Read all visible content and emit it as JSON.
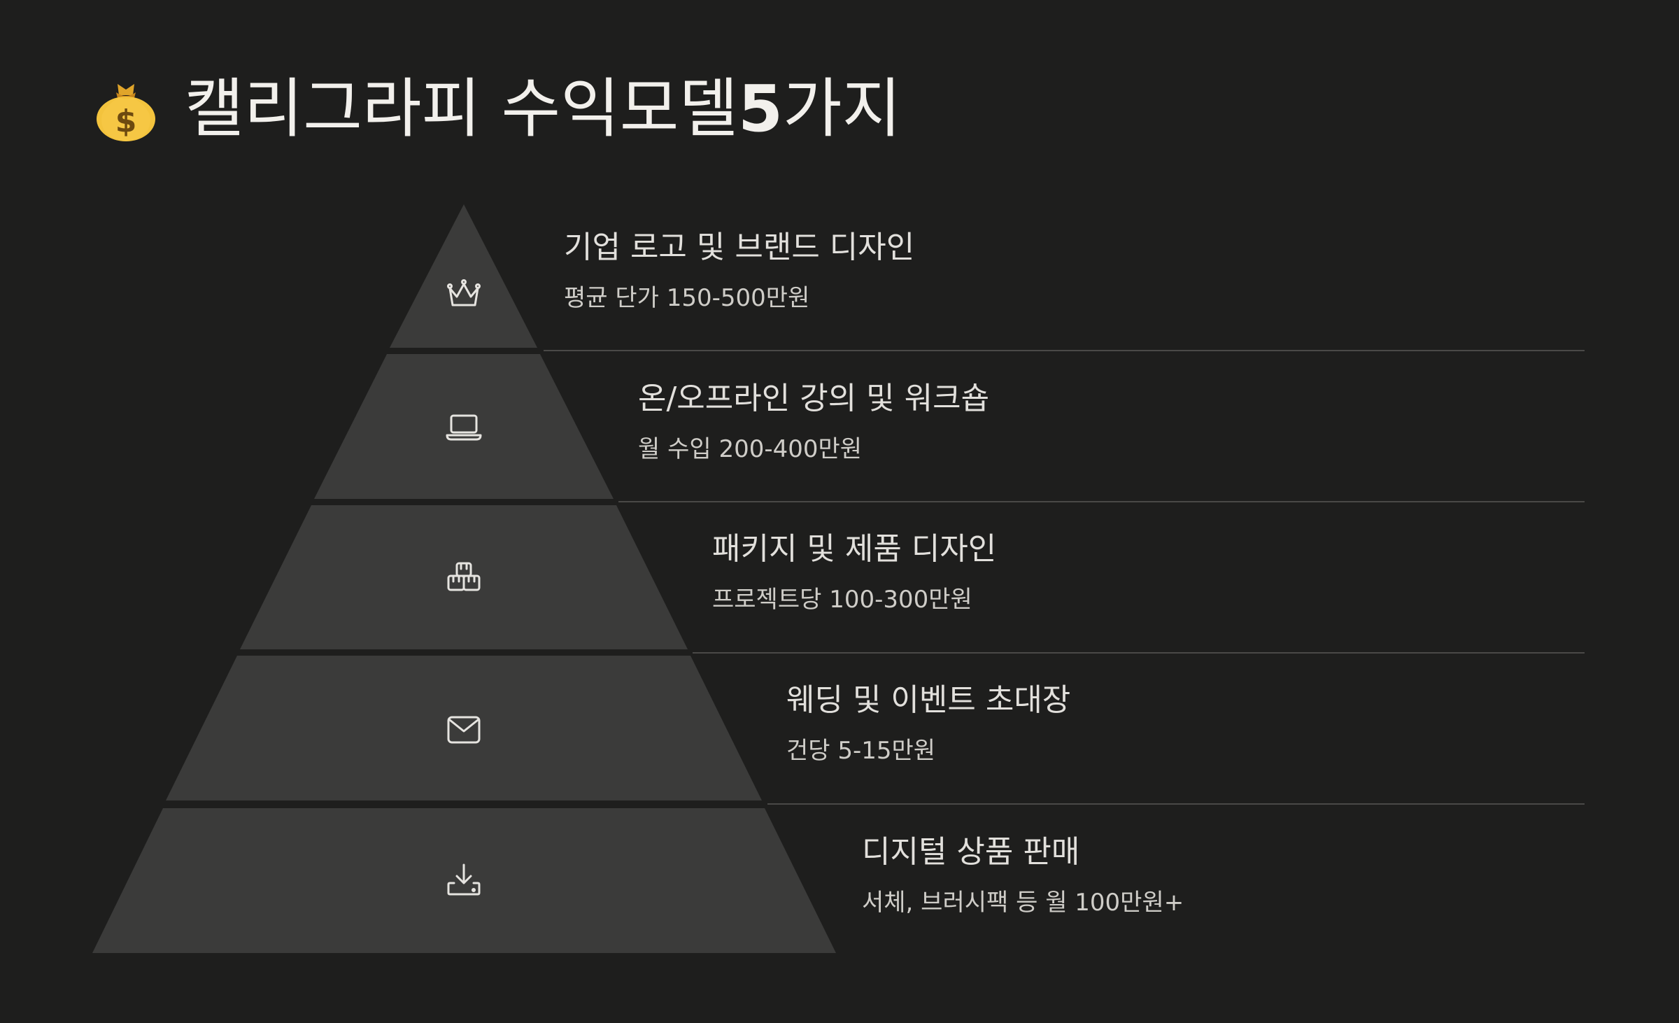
{
  "title": {
    "icon": "money-bag-icon",
    "prefix": "캘리그라피 수익모델 ",
    "number": "5",
    "suffix": "가지"
  },
  "colors": {
    "background": "#1e1e1d",
    "tier_fill": "#3b3b3a",
    "divider": "#4a4947",
    "text": "#e6e4e0"
  },
  "tiers": [
    {
      "icon": "crown-icon",
      "title": "기업 로고 및 브랜드 디자인",
      "subtitle": "평균 단가 150-500만원"
    },
    {
      "icon": "laptop-icon",
      "title": "온/오프라인 강의 및 워크숍",
      "subtitle": "월 수입 200-400만원"
    },
    {
      "icon": "boxes-icon",
      "title": "패키지 및 제품 디자인",
      "subtitle": "프로젝트당 100-300만원"
    },
    {
      "icon": "envelope-icon",
      "title": "웨딩 및 이벤트 초대장",
      "subtitle": "건당 5-15만원"
    },
    {
      "icon": "download-icon",
      "title": "디지털 상품 판매",
      "subtitle": "서체, 브러시팩 등 월 100만원+"
    }
  ]
}
